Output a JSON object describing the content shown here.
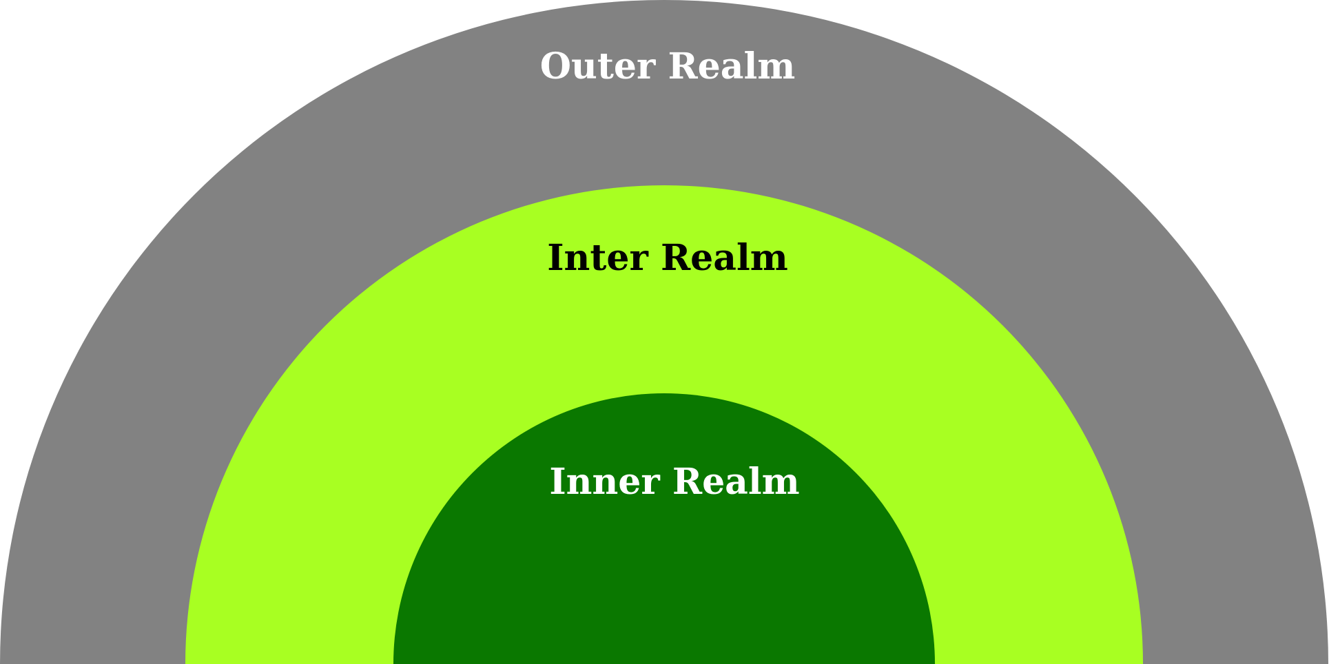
{
  "diagram": {
    "realms": [
      {
        "id": "outer",
        "label": "Outer Realm",
        "color": "#828282",
        "text_color": "#ffffff"
      },
      {
        "id": "inter",
        "label": "Inter Realm",
        "color": "#a8ff22",
        "text_color": "#000000"
      },
      {
        "id": "inner",
        "label": "Inner Realm",
        "color": "#0a7800",
        "text_color": "#ffffff"
      }
    ]
  }
}
